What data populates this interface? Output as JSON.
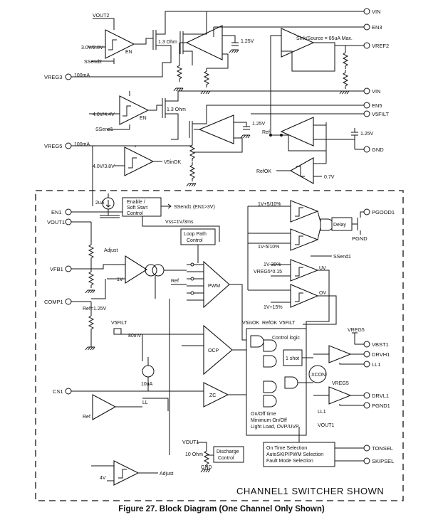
{
  "pins": {
    "vin_top": "VIN",
    "en3": "EN3",
    "vref2": "VREF2",
    "vin_mid": "VIN",
    "en5": "EN5",
    "v5filt": "V5FILT",
    "gnd": "GND",
    "vreg3": "VREG3",
    "vreg5": "VREG5",
    "en1": "EN1",
    "vout1": "VOUT1",
    "vfb1": "VFB1",
    "comp1": "COMP1",
    "cs1": "CS1",
    "pgood1": "PGOOD1",
    "pgnd_a": "PGND",
    "vbst1": "VBST1",
    "drvh1": "DRVH1",
    "ll1": "LL1",
    "drvl1": "DRVL1",
    "pgnd1": "PGND1",
    "tonsel": "TONSEL",
    "skipsel": "SKIPSEL"
  },
  "labels": {
    "vout2": "VOUT2",
    "v30_28": "3.0V/2.8V",
    "en_a": "EN",
    "ssend2": "SSend2",
    "ohm13_a": "1.3 Ohm",
    "v125_a": "1.25V",
    "ma100_a": "100mA",
    "sink_source": "Sink/Source = 85uA Max.",
    "v44_40": "4.0V/4.4V",
    "en_b": "EN",
    "ssend1": "SSend1",
    "ohm13_b": "1.3 Ohm",
    "v125_b": "1.25V",
    "ref": "Ref",
    "v125_c": "1.25V",
    "ma100_b": "100mA",
    "v40_38": "4.0V/3.8V",
    "v5inok_a": "V5inOK",
    "refok": "RefOK",
    "v07": "0.7V",
    "ua2": "2uA",
    "enable_ss": "Enable /\nSoft Start\nControl",
    "ssend1_out": "SSend1 (EN1>3V)",
    "vss": "Vss=1V/3ms",
    "loop_path": "Loop Path\nControl",
    "adjust_a": "Adjust",
    "v1": "1V",
    "ref_b": "Ref",
    "pwm": "PWM",
    "ref_125": "Ref=1.25V",
    "v5filt_b": "V5FILT",
    "mv80": "80mV",
    "ocp": "OCP",
    "ua10": "10uA",
    "zc": "ZC",
    "ll_a": "LL",
    "ref_c": "Ref",
    "v4": "4V",
    "adjust_b": "Adjust",
    "vout1_b": "VOUT1",
    "ohm10": "10 Ohm",
    "gnd_b": "GND",
    "discharge": "Discharge\nControl",
    "th_p5": "1V+5/10%",
    "th_m5": "1V-5/10%",
    "th_m30": "1V-30%",
    "th_vreg": "VREG5*0.15",
    "uv": "UV",
    "th_p15": "1V+15%",
    "ov": "OV",
    "delay": "Delay",
    "ssend1_c": "SSend1",
    "v5inok_b": "V5inOK",
    "refok_b": "RefOK",
    "v5filt_c": "V5FILT",
    "control_logic": "Control logic",
    "one_shot": "1 shot",
    "xcon": "XCON",
    "vreg5_b": "VREG5",
    "vreg5_c": "VREG5",
    "onoff": "On/Off time\nMinimum On/Off\nLight Load, OVP/UVP",
    "ll_b": "LL1",
    "vout1_c": "VOUT1",
    "ontime": "On Time Selection\nAutoSKIP/PWM Selection\nFault Mode Selection",
    "channel": "CHANNEL1 SWITCHER SHOWN"
  },
  "caption": "Figure 27.  Block Diagram (One Channel Only Shown)"
}
